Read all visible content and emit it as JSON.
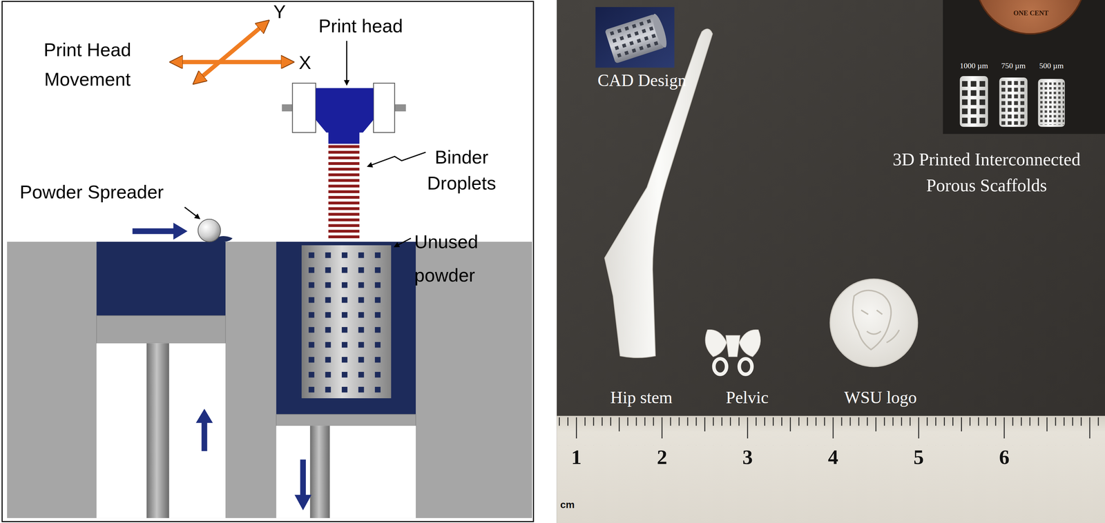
{
  "diagram": {
    "labels": [
      "Print Head Movement",
      "Y",
      "X",
      "Print head",
      "Powder Spreader",
      "Binder Droplets",
      "Unused powder",
      "CAD Design",
      "ONE CENT",
      "1000 µm",
      "750 µm",
      "500 µm",
      "3D Printed Interconnected Porous Scaffolds",
      "Hip stem",
      "Pelvic",
      "WSU logo",
      "1",
      "2",
      "3",
      "4",
      "5",
      "6",
      "cm"
    ]
  }
}
